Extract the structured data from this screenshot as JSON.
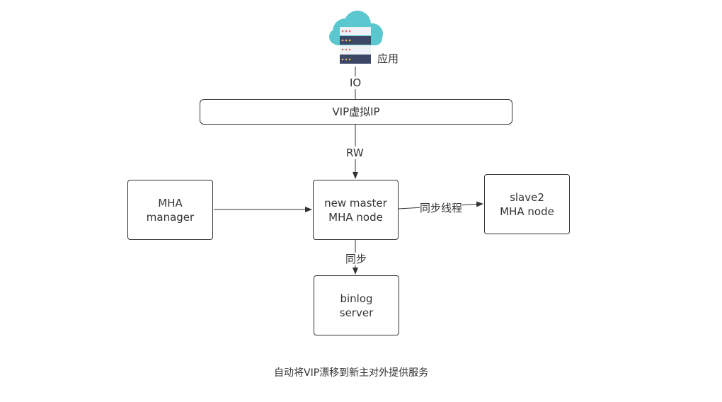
{
  "app_label": "应用",
  "io_label": "IO",
  "vip_box": "VIP虚拟IP",
  "rw_label": "RW",
  "mha_manager": {
    "line1": "MHA",
    "line2": "manager"
  },
  "new_master": {
    "line1": "new master",
    "line2": "MHA node"
  },
  "slave2": {
    "line1": "slave2",
    "line2": "MHA node"
  },
  "binlog_server": {
    "line1": "binlog",
    "line2": "server"
  },
  "sync_thread_label": "同步线程",
  "sync_label": "同步",
  "caption": "自动将VIP漂移到新主对外提供服务",
  "colors": {
    "cloud": "#5bc7cf",
    "server_light": "#eef1f5",
    "server_dark": "#3b4764",
    "line": "#333333"
  },
  "icons": {
    "app": "cloud-server-icon"
  }
}
